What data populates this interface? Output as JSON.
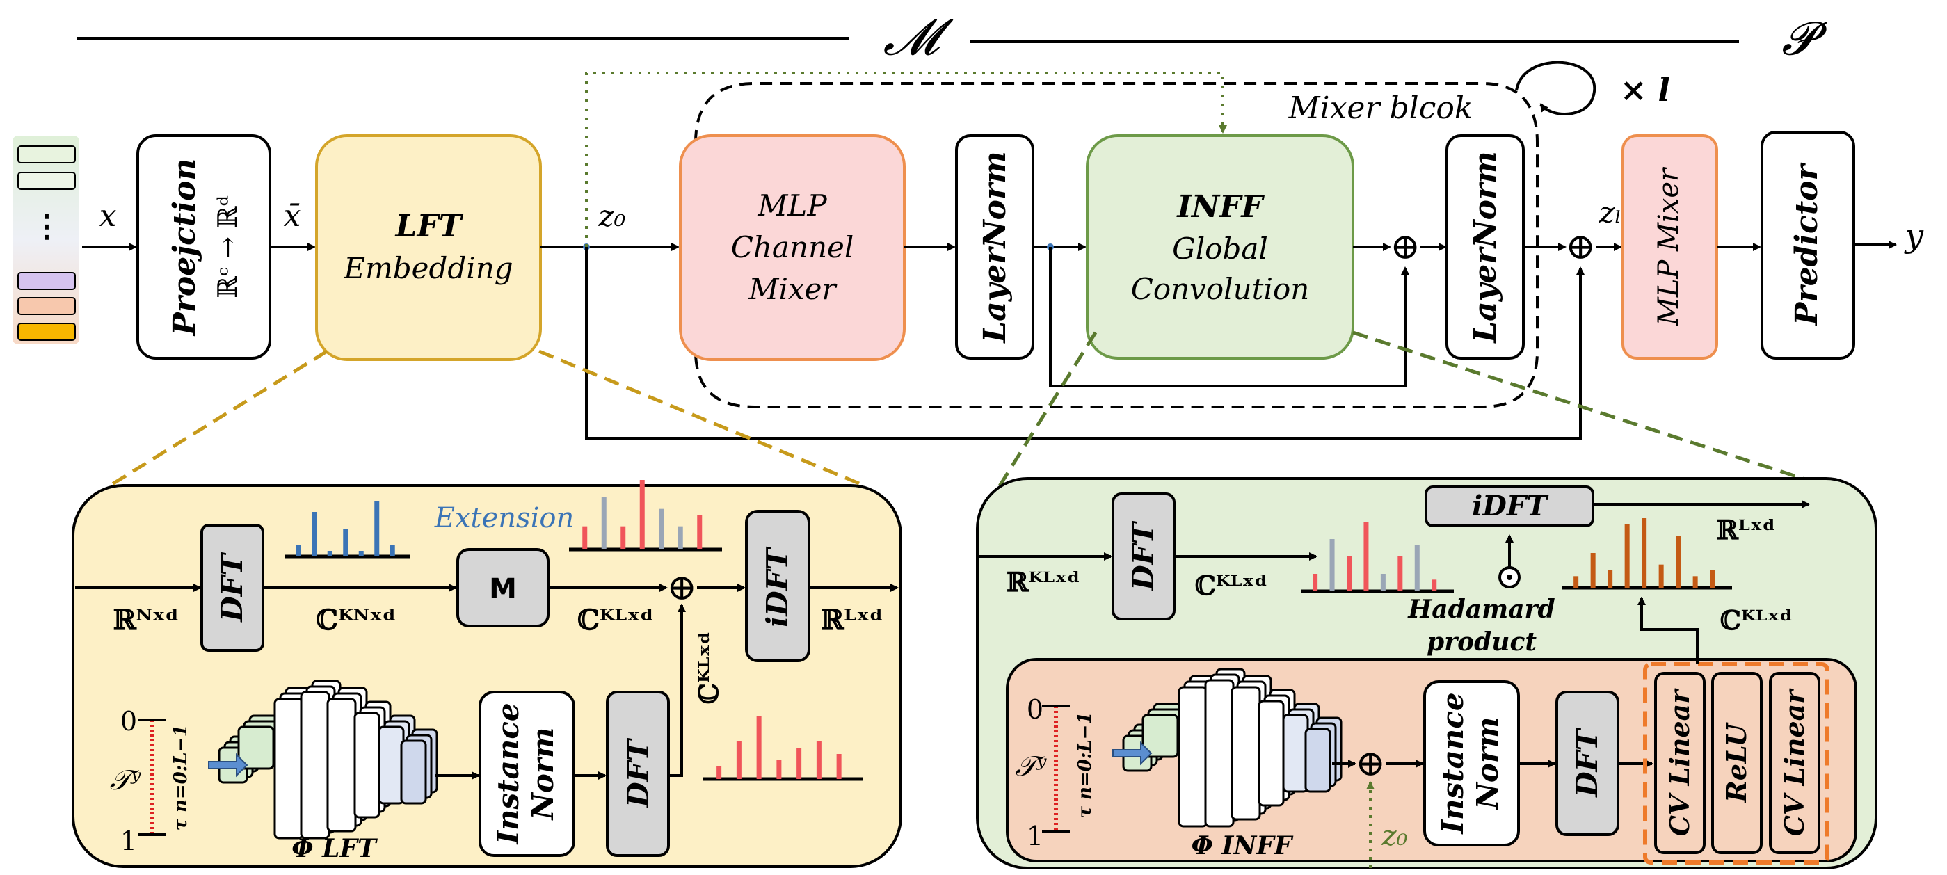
{
  "header": {
    "left_symbol": "𝓜",
    "right_symbol": "𝓟"
  },
  "top": {
    "input_label": "x",
    "input_dots": "⋮",
    "projection": {
      "title": "Proejction",
      "formula": "ℝᶜ → ℝᵈ"
    },
    "xbar_label": "x̄",
    "lft": {
      "title": "LFT",
      "subtitle": "Embedding"
    },
    "z0_label": "z₀",
    "mixer_block_label": "Mixer blcok",
    "repeat_label": "× l",
    "mlp_channel_mixer": [
      "MLP",
      "Channel",
      "Mixer"
    ],
    "layernorm1": "LayerNorm",
    "inff": {
      "title": "INFF",
      "line1": "Global",
      "line2": "Convolution"
    },
    "plus": "⊕",
    "layernorm2": "LayerNorm",
    "zl_label": "zₗ",
    "mlp_mixer": "MLP Mixer",
    "predictor": "Predictor",
    "output_label": "y"
  },
  "lft_detail": {
    "dft1": "DFT",
    "in_dim": "ℝᴺˣᵈ",
    "c_kn": "ℂᴷᴺˣᵈ",
    "extension": "Extension",
    "m_box": "M",
    "c_kl": "ℂᴷᴸˣᵈ",
    "c_kl_vert": "ℂᴷᴸˣᵈ",
    "idft": "iDFT",
    "out_dim": "ℝᴸˣᵈ",
    "tau_top": "0",
    "tau_bottom": "1",
    "tau_symbol": "𝒯ʸ",
    "tau_sub": "τ n=0:L−1",
    "phi": "Φ LFT",
    "instance_norm": [
      "Instance",
      "Norm"
    ],
    "dft2": "DFT"
  },
  "inff_detail": {
    "in_dim": "ℝᴷᴸˣᵈ",
    "dft1": "DFT",
    "c_kl": "ℂᴷᴸˣᵈ",
    "idft": "iDFT",
    "out_dim": "ℝᴸˣᵈ",
    "hadamard": [
      "Hadamard",
      "product"
    ],
    "c_kl2": "ℂᴷᴸˣᵈ",
    "tau_top": "0",
    "tau_bottom": "1",
    "tau_symbol": "𝒯ʸ",
    "tau_sub": "τ n=0:L−1",
    "phi": "Φ INFF",
    "z0_label": "z₀",
    "instance_norm": [
      "Instance",
      "Norm"
    ],
    "dft2": "DFT",
    "cv_linear1": "CV Linear",
    "relu": "ReLU",
    "cv_linear2": "CV Linear"
  },
  "colors": {
    "lft_fill": "#fdf0c6",
    "lft_stroke": "#d4a52a",
    "mlp_fill": "#fbd7d7",
    "mlp_stroke": "#ee8f4e",
    "inff_fill": "#e3efd7",
    "inff_stroke": "#6d9a48",
    "orange_panel": "#f6d3bd",
    "gray_box": "#d6d6d6",
    "spectrum_blue": "#3b74b6",
    "spectrum_red": "#f0555a",
    "spectrum_gray": "#9aa6b6",
    "spectrum_brown": "#c45a14"
  },
  "chart_data": [
    {
      "type": "bar",
      "name_hint": "lft-spectrum-kn",
      "values": [
        2,
        8,
        1,
        5,
        1,
        10,
        2
      ],
      "colors": [
        "blue"
      ]
    },
    {
      "type": "bar",
      "name_hint": "lft-spectrum-extended",
      "values": [
        4,
        9,
        4,
        12,
        7,
        4,
        6
      ],
      "colors": [
        "red",
        "gray",
        "red",
        "red",
        "gray",
        "gray",
        "red"
      ]
    },
    {
      "type": "bar",
      "name_hint": "lft-spectrum-tau",
      "values": [
        2,
        6,
        10,
        3,
        5,
        6,
        4
      ],
      "colors": [
        "red"
      ]
    },
    {
      "type": "bar",
      "name_hint": "inff-spectrum-1",
      "values": [
        3,
        9,
        6,
        12,
        3,
        6,
        8,
        2
      ],
      "colors": [
        "red",
        "gray",
        "red",
        "red",
        "gray",
        "red",
        "gray",
        "red"
      ]
    },
    {
      "type": "bar",
      "name_hint": "inff-spectrum-2",
      "values": [
        2,
        6,
        3,
        11,
        12,
        4,
        9,
        2,
        3
      ],
      "colors": [
        "brown"
      ]
    }
  ]
}
